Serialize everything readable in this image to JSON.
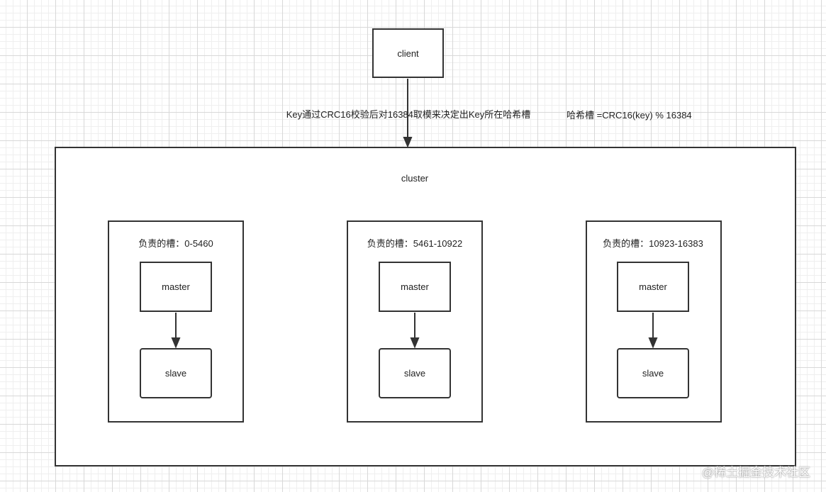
{
  "client": {
    "label": "client"
  },
  "edge_label": "Key通过CRC16校验后对16384取模来决定出Key所在哈希槽",
  "formula": "哈希槽 =CRC16(key) % 16384",
  "cluster": {
    "label": "cluster"
  },
  "groups": [
    {
      "slots": "负责的槽：0-5460",
      "master": "master",
      "slave": "slave"
    },
    {
      "slots": "负责的槽：5461-10922",
      "master": "master",
      "slave": "slave"
    },
    {
      "slots": "负责的槽：10923-16383",
      "master": "master",
      "slave": "slave"
    }
  ],
  "watermark": "@稀土掘金技术社区",
  "colors": {
    "stroke": "#333333",
    "text": "#222222",
    "grid": "#d8d8d8",
    "background": "#ffffff"
  }
}
